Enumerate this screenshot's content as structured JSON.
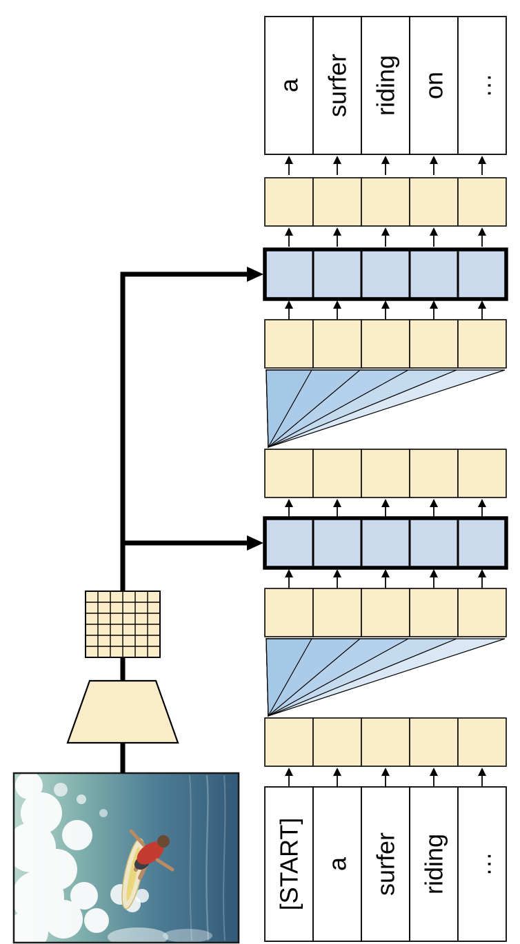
{
  "diagram": {
    "title": "image captioning encoder-decoder transformer (rotated figure)",
    "input_image": {
      "alt": "photo of a surfer riding a wave"
    },
    "tokens": {
      "input": [
        "[START]",
        "a",
        "surfer",
        "riding",
        "…"
      ],
      "output": [
        "a",
        "surfer",
        "riding",
        "on",
        "…"
      ]
    },
    "colors": {
      "embedding_fill": "#FBEDC9",
      "attention_fill": "#CADAEC",
      "fan_fill": "#9FC2E4",
      "line": "#000000",
      "background": "#FFFFFF"
    }
  }
}
